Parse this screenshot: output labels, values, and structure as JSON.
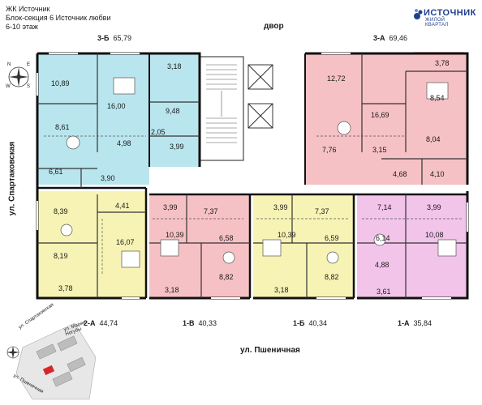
{
  "header": {
    "project": "ЖК Источник",
    "section": "Блок-секция 6 Источник любви",
    "floors": "6-10 этаж"
  },
  "logo": {
    "name": "ИСТОЧНИК",
    "subtitle": "ЖИЛОЙ КВАРТАЛ",
    "brand_color": "#1f3f8f"
  },
  "streets": {
    "top": "двор",
    "bottom": "ул. Пшеничная",
    "left": "ул. Спартаковская"
  },
  "compass": {
    "n": "N",
    "s": "S",
    "e": "E",
    "w": "W"
  },
  "apartments": [
    {
      "id": "3-Б",
      "area": "65,79",
      "color": "#b9e6ee"
    },
    {
      "id": "3-А",
      "area": "69,46",
      "color": "#f6c1c5"
    },
    {
      "id": "2-А",
      "area": "44,74",
      "color": "#f7f3b5"
    },
    {
      "id": "1-В",
      "area": "40,33",
      "color": "#f6c1c5"
    },
    {
      "id": "1-Б",
      "area": "40,34",
      "color": "#f7f3b5"
    },
    {
      "id": "1-А",
      "area": "35,84",
      "color": "#f2c4ea"
    }
  ],
  "rooms": {
    "b3": [
      "10,89",
      "16,00",
      "3,18",
      "9,48",
      "8,61",
      "4,98",
      "2,05",
      "3,99",
      "6,61",
      "3,90"
    ],
    "a3": [
      "12,72",
      "3,78",
      "16,69",
      "8,54",
      "7,76",
      "3,15",
      "8,04",
      "4,68",
      "4,10"
    ],
    "a2": [
      "8,39",
      "4,41",
      "8,19",
      "16,07",
      "3,78"
    ],
    "v1": [
      "3,99",
      "7,37",
      "10,39",
      "6,58",
      "8,82",
      "3,18"
    ],
    "b1": [
      "3,99",
      "7,37",
      "10,39",
      "6,59",
      "8,82",
      "3,18"
    ],
    "a1": [
      "7,14",
      "3,99",
      "6,14",
      "10,08",
      "4,88",
      "3,61"
    ]
  },
  "minimap": {
    "street_left": "ул. Спартаковская",
    "street_top": "ул. Марии Ногубы",
    "street_bottom": "ул. Пшеничная"
  }
}
